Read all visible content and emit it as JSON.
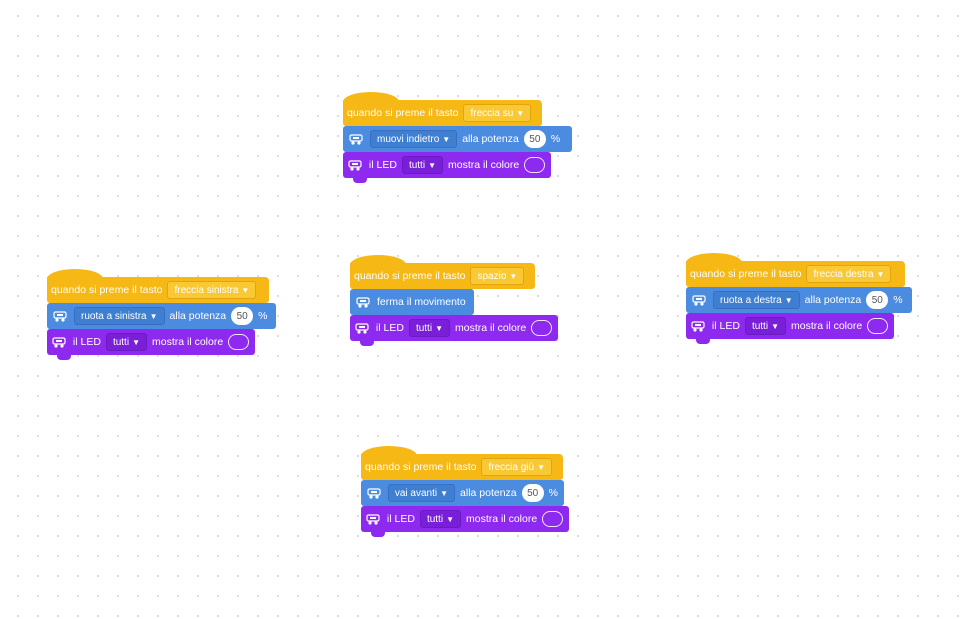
{
  "hat_prefix": "quando si preme il tasto",
  "led_label": "il LED",
  "led_target": "tutti",
  "show_color": "mostra il colore",
  "power_label": "alla potenza",
  "percent": "%",
  "colors": {
    "event": "#f6b814",
    "motion": "#4b8ce0",
    "looks": "#8e2af0",
    "canvas_dot": "#d9dde3"
  },
  "icons": {
    "extension": "rover-icon",
    "dropdown": "caret-down-icon"
  },
  "scripts": [
    {
      "key": "freccia_su",
      "move_action": "muovi indietro",
      "power": "50",
      "key_label": "freccia su"
    },
    {
      "key": "freccia_sinistra",
      "move_action": "ruota a sinistra",
      "power": "50",
      "key_label": "freccia sinistra"
    },
    {
      "key": "spazio",
      "stop_label": "ferma il movimento",
      "key_label": "spazio"
    },
    {
      "key": "freccia_destra",
      "move_action": "ruota a destra",
      "power": "50",
      "key_label": "freccia destra"
    },
    {
      "key": "freccia_giu",
      "move_action": "vai avanti",
      "power": "50",
      "key_label": "freccia giù"
    }
  ]
}
